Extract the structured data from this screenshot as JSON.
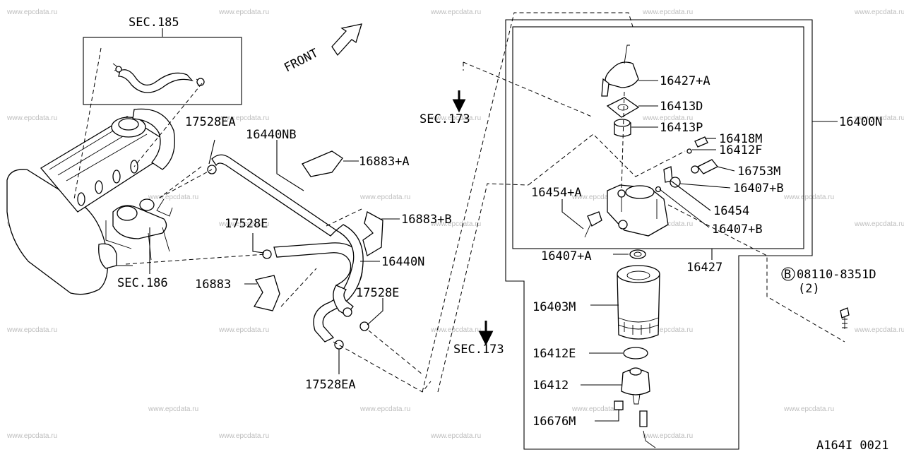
{
  "watermark": "www.epcdata.ru",
  "front_label": "FRONT",
  "doc_code": "A164I 0021",
  "labels": {
    "sec185": "SEC.185",
    "sec186": "SEC.186",
    "sec173_top": "SEC.173",
    "sec173_bottom": "SEC.173",
    "p17528EA_top": "17528EA",
    "p16440NB": "16440NB",
    "p16883A": "16883+A",
    "p16883B": "16883+B",
    "p17528E_left": "17528E",
    "p16440N": "16440N",
    "p16883": "16883",
    "p17528E_right": "17528E",
    "p17528EA_bottom": "17528EA",
    "p16427A": "16427+A",
    "p16413D": "16413D",
    "p16413P": "16413P",
    "p16418M": "16418M",
    "p16412F": "16412F",
    "p16753M": "16753M",
    "p16407B_top": "16407+B",
    "p16454A": "16454+A",
    "p16454": "16454",
    "p16407B_bottom": "16407+B",
    "p16407A": "16407+A",
    "p16427": "16427",
    "p16400N": "16400N",
    "p16403M": "16403M",
    "p16412E": "16412E",
    "p16412": "16412",
    "p16676M": "16676M",
    "bolt_code": "08110-8351D",
    "bolt_qty": "(2)",
    "bolt_marker": "B"
  }
}
